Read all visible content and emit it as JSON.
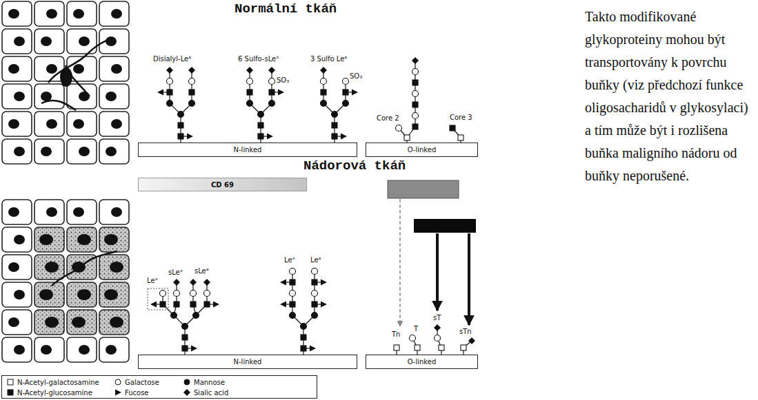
{
  "diagram": {
    "nodes": [
      {
        "text": [
          "N-linked"
        ]
      },
      {
        "text": [
          "O-linked"
        ]
      },
      {
        "text": [
          "CD 69"
        ]
      },
      {
        "text": [
          "N-linked"
        ]
      },
      {
        "text": [
          "O-linked"
        ]
      }
    ],
    "labels": [
      "Normální tkáň",
      "Disialyl-Leᵃ",
      "6 Sulfo-sLeˣ",
      "3 Sulfo Leᵃ",
      "SO₃",
      "SO₃",
      "Core 2",
      "Core 3",
      "Nádorová tkáň",
      "Leˣ",
      "sLeˣ",
      "sLeᵃ",
      "Leˣ",
      "Leᵃ",
      "Tn",
      "T",
      "sT",
      "sTn",
      "Takto modifikované glykoproteiny mohou být transportovány k povrchu buňky (viz předchozí funkce oligosacharidů v glykosylaci) a tím může být i rozlišena buňka maligního nádoru od buňky neporušené."
    ],
    "legend": [
      {
        "text": "N-Acetyl-galactosamine"
      },
      {
        "text": "Galactose"
      },
      {
        "text": "Mannose"
      },
      {
        "text": "N-Acetyl-glucosamine"
      },
      {
        "text": "Fucose"
      },
      {
        "text": "Sialic acid"
      }
    ]
  }
}
